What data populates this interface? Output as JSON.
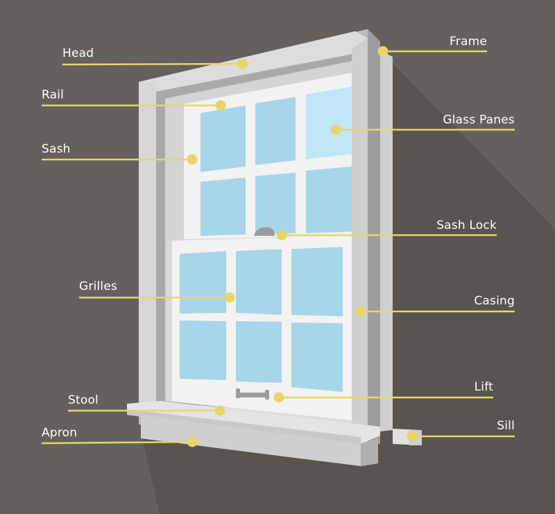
{
  "colors": {
    "background": "#64605e",
    "shadow": "#57534f",
    "frame_light": "#e2e2e2",
    "frame_mid": "#c9c9c9",
    "frame_dark": "#a6a6a6",
    "sash": "#f3f3f3",
    "glass": "#a9d6ea",
    "glass_light": "#c9ecf8",
    "leader": "#e8d56a",
    "label_text": "#ffffff"
  },
  "labels": {
    "head": "Head",
    "rail": "Rail",
    "sash": "Sash",
    "grilles": "Grilles",
    "stool": "Stool",
    "apron": "Apron",
    "frame": "Frame",
    "glass_panes": "Glass Panes",
    "sash_lock": "Sash Lock",
    "casing": "Casing",
    "lift": "Lift",
    "sill": "Sill"
  }
}
